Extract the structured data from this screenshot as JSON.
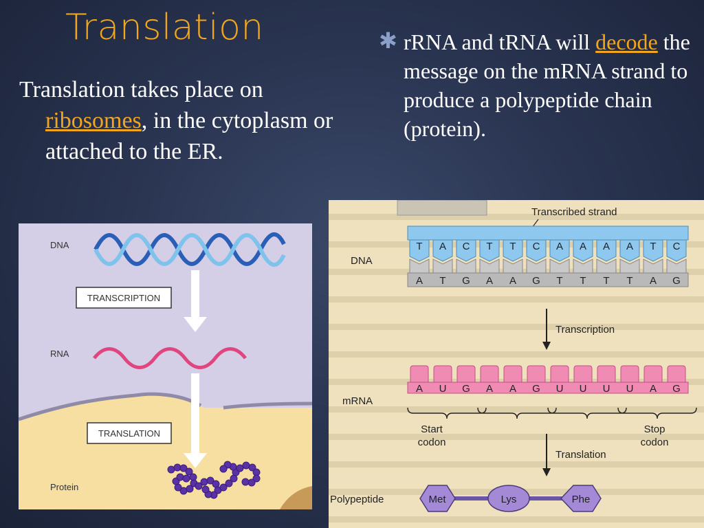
{
  "slide": {
    "title": "Translation",
    "left": {
      "pre": "Translation takes place on ",
      "link": "ribosomes",
      "post": ", in the cytoplasm or attached to the ER."
    },
    "right": {
      "bullet_icon": "asterisk-bullet-icon",
      "pre": "rRNA and tRNA will ",
      "link": "decode",
      "post": " the message on the mRNA strand to produce a polypeptide chain (protein)."
    }
  },
  "left_figure": {
    "dna": "DNA",
    "transcription": "TRANSCRIPTION",
    "rna": "RNA",
    "translation": "TRANSLATION",
    "protein": "Protein"
  },
  "right_figure": {
    "transcribed_strand": "Transcribed strand",
    "dna": "DNA",
    "top_bases": [
      "T",
      "A",
      "C",
      "T",
      "T",
      "C",
      "A",
      "A",
      "A",
      "A",
      "T",
      "C"
    ],
    "bottom_bases": [
      "A",
      "T",
      "G",
      "A",
      "A",
      "G",
      "T",
      "T",
      "T",
      "T",
      "A",
      "G"
    ],
    "transcription": "Transcription",
    "mrna": "mRNA",
    "mrna_bases": [
      "A",
      "U",
      "G",
      "A",
      "A",
      "G",
      "U",
      "U",
      "U",
      "U",
      "A",
      "G"
    ],
    "start_codon_line1": "Start",
    "start_codon_line2": "codon",
    "stop_codon_line1": "Stop",
    "stop_codon_line2": "codon",
    "translation": "Translation",
    "polypeptide": "Polypeptide",
    "amino_acids": [
      "Met",
      "Lys",
      "Phe"
    ]
  },
  "colors": {
    "title": "#f3a51c",
    "link": "#f3a51c",
    "dna_blue": "#5aaee0",
    "mrna_pink": "#f08cb4",
    "amino_purple": "#a48ad6"
  }
}
